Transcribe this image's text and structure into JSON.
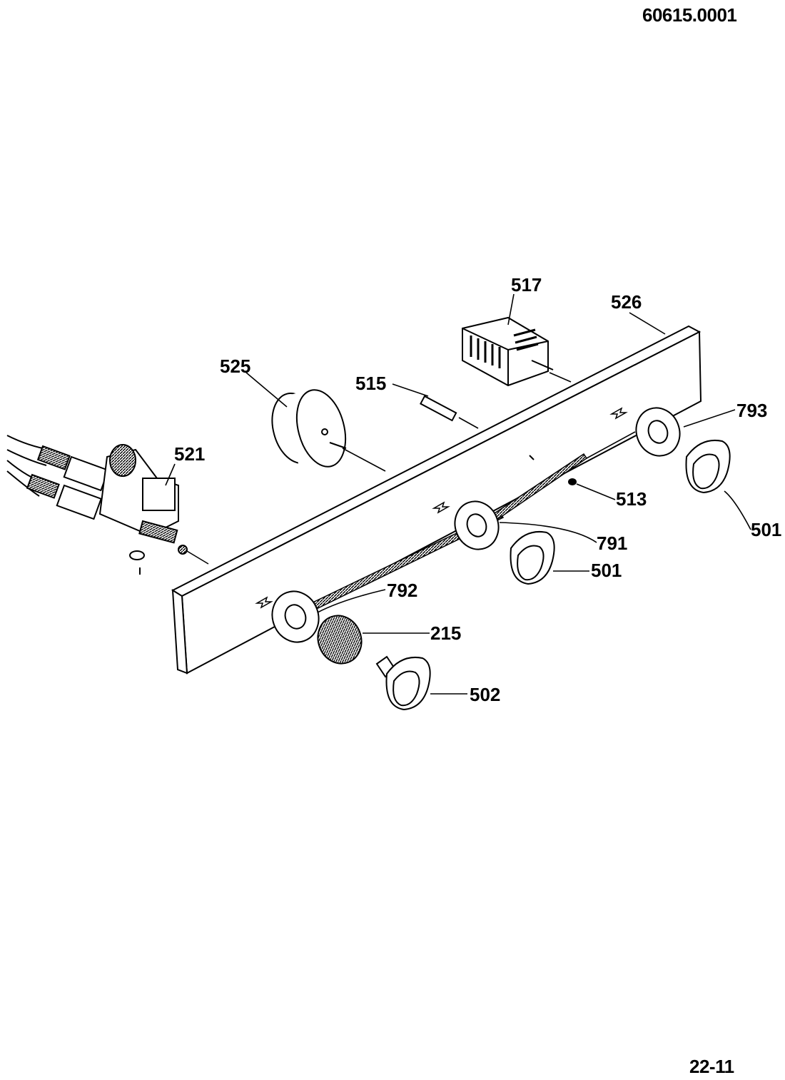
{
  "document_id": "60615.0001",
  "page_number": "22-11",
  "callouts": [
    {
      "id": "517",
      "label": "517"
    },
    {
      "id": "526",
      "label": "526"
    },
    {
      "id": "525",
      "label": "525"
    },
    {
      "id": "515",
      "label": "515"
    },
    {
      "id": "521",
      "label": "521"
    },
    {
      "id": "793",
      "label": "793"
    },
    {
      "id": "513",
      "label": "513"
    },
    {
      "id": "501a",
      "label": "501"
    },
    {
      "id": "791",
      "label": "791"
    },
    {
      "id": "501b",
      "label": "501"
    },
    {
      "id": "792",
      "label": "792"
    },
    {
      "id": "215",
      "label": "215"
    },
    {
      "id": "502",
      "label": "502"
    }
  ]
}
